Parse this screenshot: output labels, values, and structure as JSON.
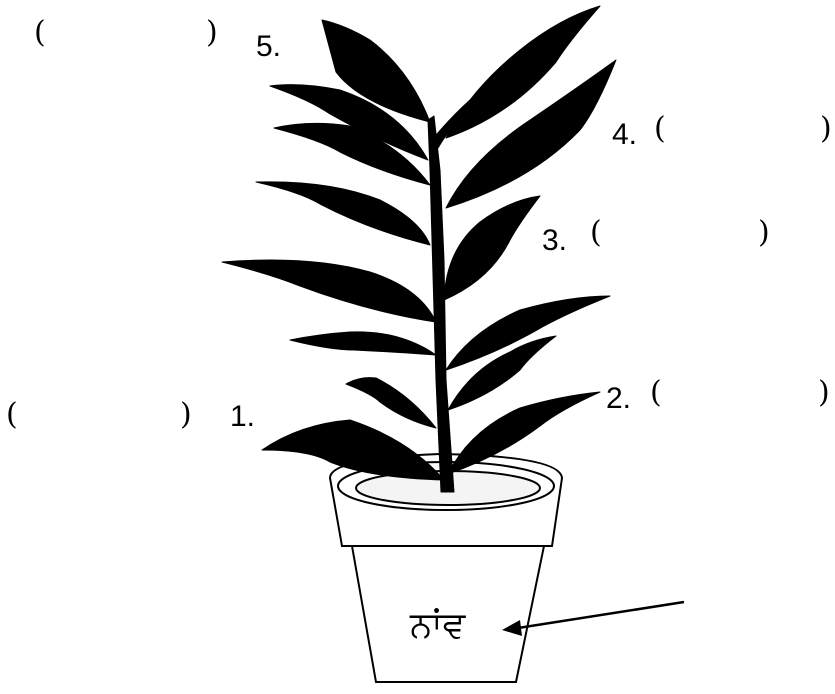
{
  "labels": {
    "l1": "1.",
    "l2": "2.",
    "l3": "3.",
    "l4": "4.",
    "l5": "5."
  },
  "parens": {
    "open": "(",
    "close": ")"
  },
  "pot_label": "ਨਾਂਵ"
}
